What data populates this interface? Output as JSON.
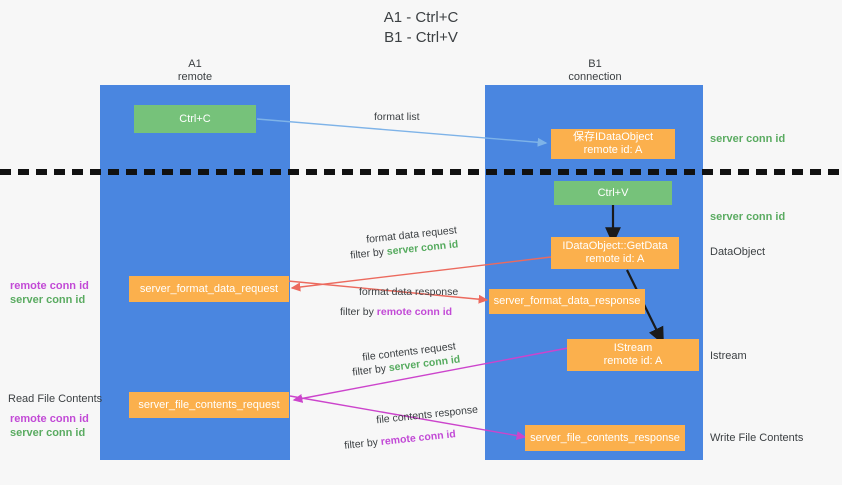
{
  "title": {
    "line1": "A1 - Ctrl+C",
    "line2": "B1 - Ctrl+V"
  },
  "lanes": [
    {
      "name": "A1",
      "sub": "remote",
      "color": "#4a86e0"
    },
    {
      "name": "B1",
      "sub": "connection",
      "color": "#4a86e0"
    }
  ],
  "nodes": {
    "ctrl_c": {
      "label": "Ctrl+C",
      "color": "#76c27a"
    },
    "ctrl_v": {
      "label": "Ctrl+V",
      "color": "#76c27a"
    },
    "save_idataobject": {
      "line1": "保存IDataObject",
      "line2": "remote id: A",
      "color": "#fbb04d"
    },
    "getdata": {
      "line1": "IDataObject::GetData",
      "line2": "remote id: A",
      "color": "#fbb04d"
    },
    "istream": {
      "line1": "IStream",
      "line2": "remote id: A",
      "color": "#fbb04d"
    },
    "server_format_data_request": {
      "label": "server_format_data_request",
      "color": "#fbb04d"
    },
    "server_format_data_response": {
      "label": "server_format_data_response",
      "color": "#fbb04d"
    },
    "server_file_contents_request": {
      "label": "server_file_contents_request",
      "color": "#fbb04d"
    },
    "server_file_contents_response": {
      "label": "server_file_contents_response",
      "color": "#fbb04d"
    }
  },
  "edge_labels": {
    "format_list": "format list",
    "format_data_request": "format data request",
    "format_data_request_filter_prefix": "filter by ",
    "format_data_request_filter_value": "server conn id",
    "format_data_response": "format data response",
    "format_data_response_filter_prefix": "filter by ",
    "format_data_response_filter_value": "remote conn id",
    "file_contents_request": "file contents request",
    "file_contents_request_filter_prefix": "filter by ",
    "file_contents_request_filter_value": "server conn id",
    "file_contents_response": "file contents response",
    "file_contents_response_filter_prefix": "filter by ",
    "file_contents_response_filter_value": "remote conn id"
  },
  "right_notes": {
    "server_conn_id_top": "server conn id",
    "server_conn_id_mid": "server conn id",
    "dataobject": "DataObject",
    "istream": "Istream",
    "write_file_contents": "Write File Contents"
  },
  "left_notes": {
    "remote_conn_id_1": "remote conn id",
    "server_conn_id_1": "server conn id",
    "read_file_contents": "Read File Contents",
    "remote_conn_id_2": "remote conn id",
    "server_conn_id_2": "server conn id"
  },
  "colors": {
    "lane": "#4a86e0",
    "green_box": "#76c27a",
    "orange_box": "#fbb04d",
    "green_text": "#56ab5f",
    "purple_text": "#c24ad6",
    "blue_arrow": "#7eb3e8",
    "red_arrow": "#ec6a5e",
    "magenta_arrow": "#cc44cc",
    "black_arrow": "#1a1a1a",
    "background": "#f7f7f7"
  }
}
